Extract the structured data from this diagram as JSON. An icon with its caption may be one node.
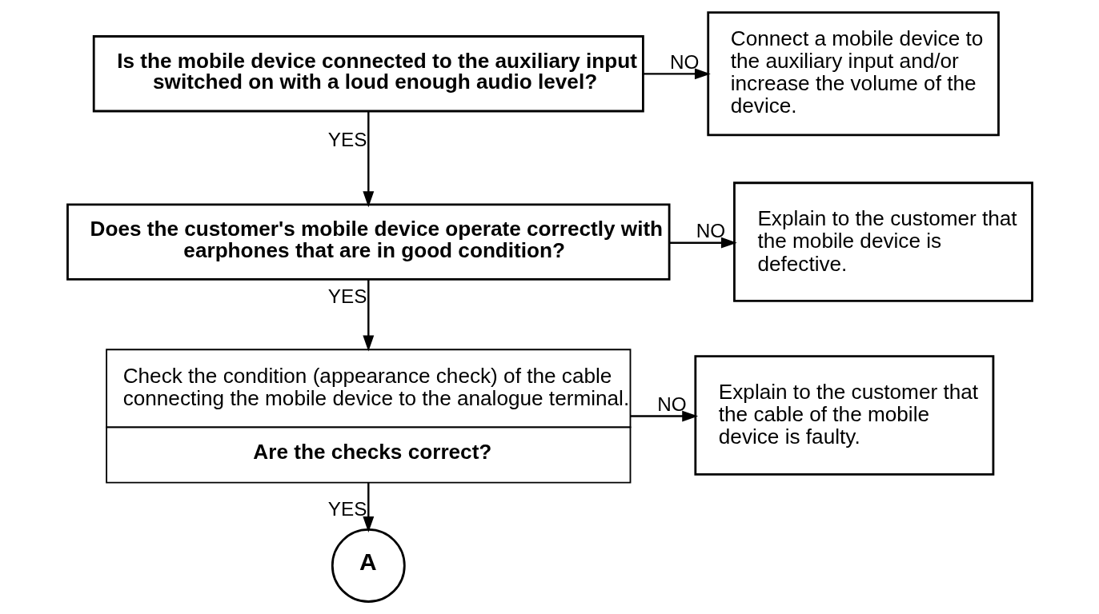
{
  "diagram": {
    "nodes": [
      {
        "text": [
          "Is the mobile device connected to the auxiliary input switched on with a loud enough audio level?"
        ]
      },
      {
        "text": [
          "Connect a mobile device to the auxiliary input and/or increase the volume of the device."
        ]
      },
      {
        "text": [
          "Does the customer's mobile device operate correctly with earphones that are in good condition?"
        ]
      },
      {
        "text": [
          "Explain to the customer that the mobile device is defective."
        ]
      },
      {
        "text": [
          "Check the condition (appearance check) of the cable connecting the mobile device to the analogue terminal.",
          "Are the checks correct?"
        ]
      },
      {
        "text": [
          "Explain to the customer that the cable of the mobile device is faulty."
        ]
      },
      {
        "text": [
          "A"
        ]
      }
    ],
    "edges": [
      {
        "from": 0,
        "to": 1,
        "arrow": "to",
        "label": "NO"
      },
      {
        "from": 0,
        "to": 2,
        "arrow": "to",
        "label": "YES"
      },
      {
        "from": 2,
        "to": 3,
        "arrow": "to",
        "label": "NO"
      },
      {
        "from": 2,
        "to": 4,
        "arrow": "to",
        "label": "YES"
      },
      {
        "from": 4,
        "to": 5,
        "arrow": "to",
        "label": "NO"
      },
      {
        "from": 4,
        "to": 6,
        "arrow": "to",
        "label": "YES"
      }
    ]
  }
}
